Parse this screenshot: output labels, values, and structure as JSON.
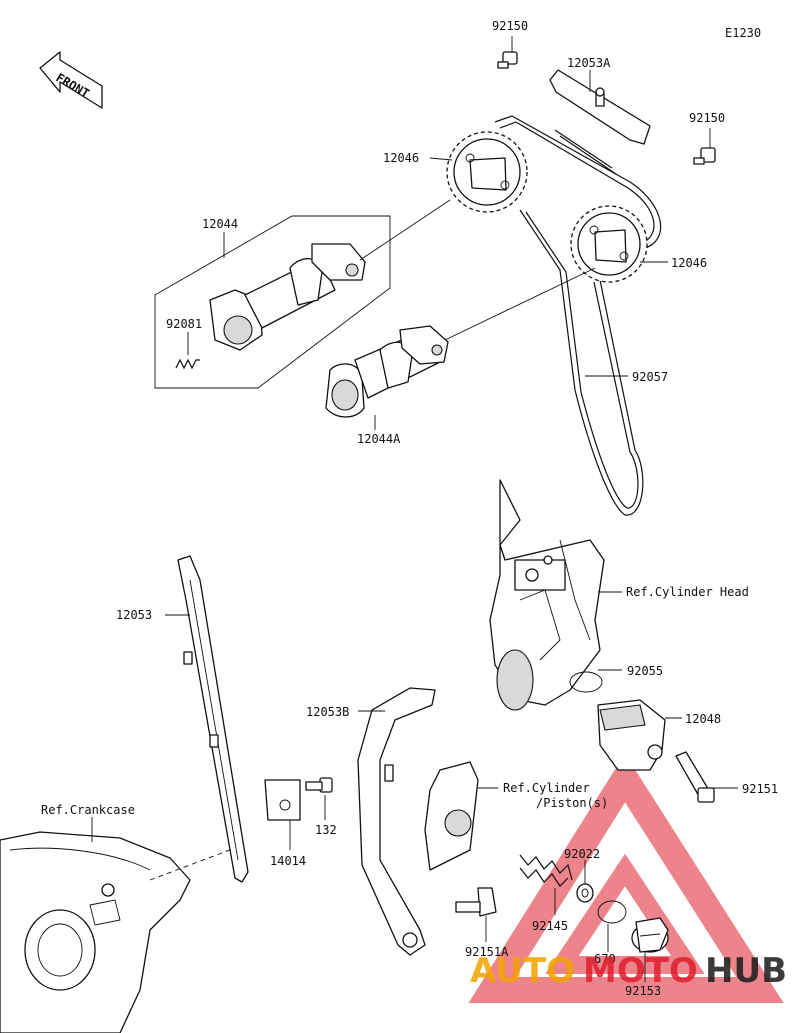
{
  "diagram": {
    "code": "E1230",
    "front_label": "FRONT",
    "parts": {
      "p92150_top": "92150",
      "p12053A": "12053A",
      "p92150_right": "92150",
      "p12046_top": "12046",
      "p12044": "12044",
      "p12046_right": "12046",
      "p92081": "92081",
      "p92057": "92057",
      "p12044A": "12044A",
      "ref_cylinder_head": "Ref.Cylinder Head",
      "p12053": "12053",
      "p92055": "92055",
      "p12053B": "12053B",
      "p12048": "12048",
      "ref_cylinder_piston_1": "Ref.Cylinder",
      "ref_cylinder_piston_2": "/Piston(s)",
      "p92151": "92151",
      "ref_crankcase": "Ref.Crankcase",
      "p132": "132",
      "p14014": "14014",
      "p92022": "92022",
      "p92145": "92145",
      "p92151A": "92151A",
      "p670": "670",
      "p92153": "92153"
    }
  },
  "watermark": {
    "part1": "AUTO",
    "part2": "MOTO",
    "part3": "HUB",
    "color_a": "#f4a300",
    "color_b": "#e01e2d",
    "color_c": "#1a1a1a"
  }
}
